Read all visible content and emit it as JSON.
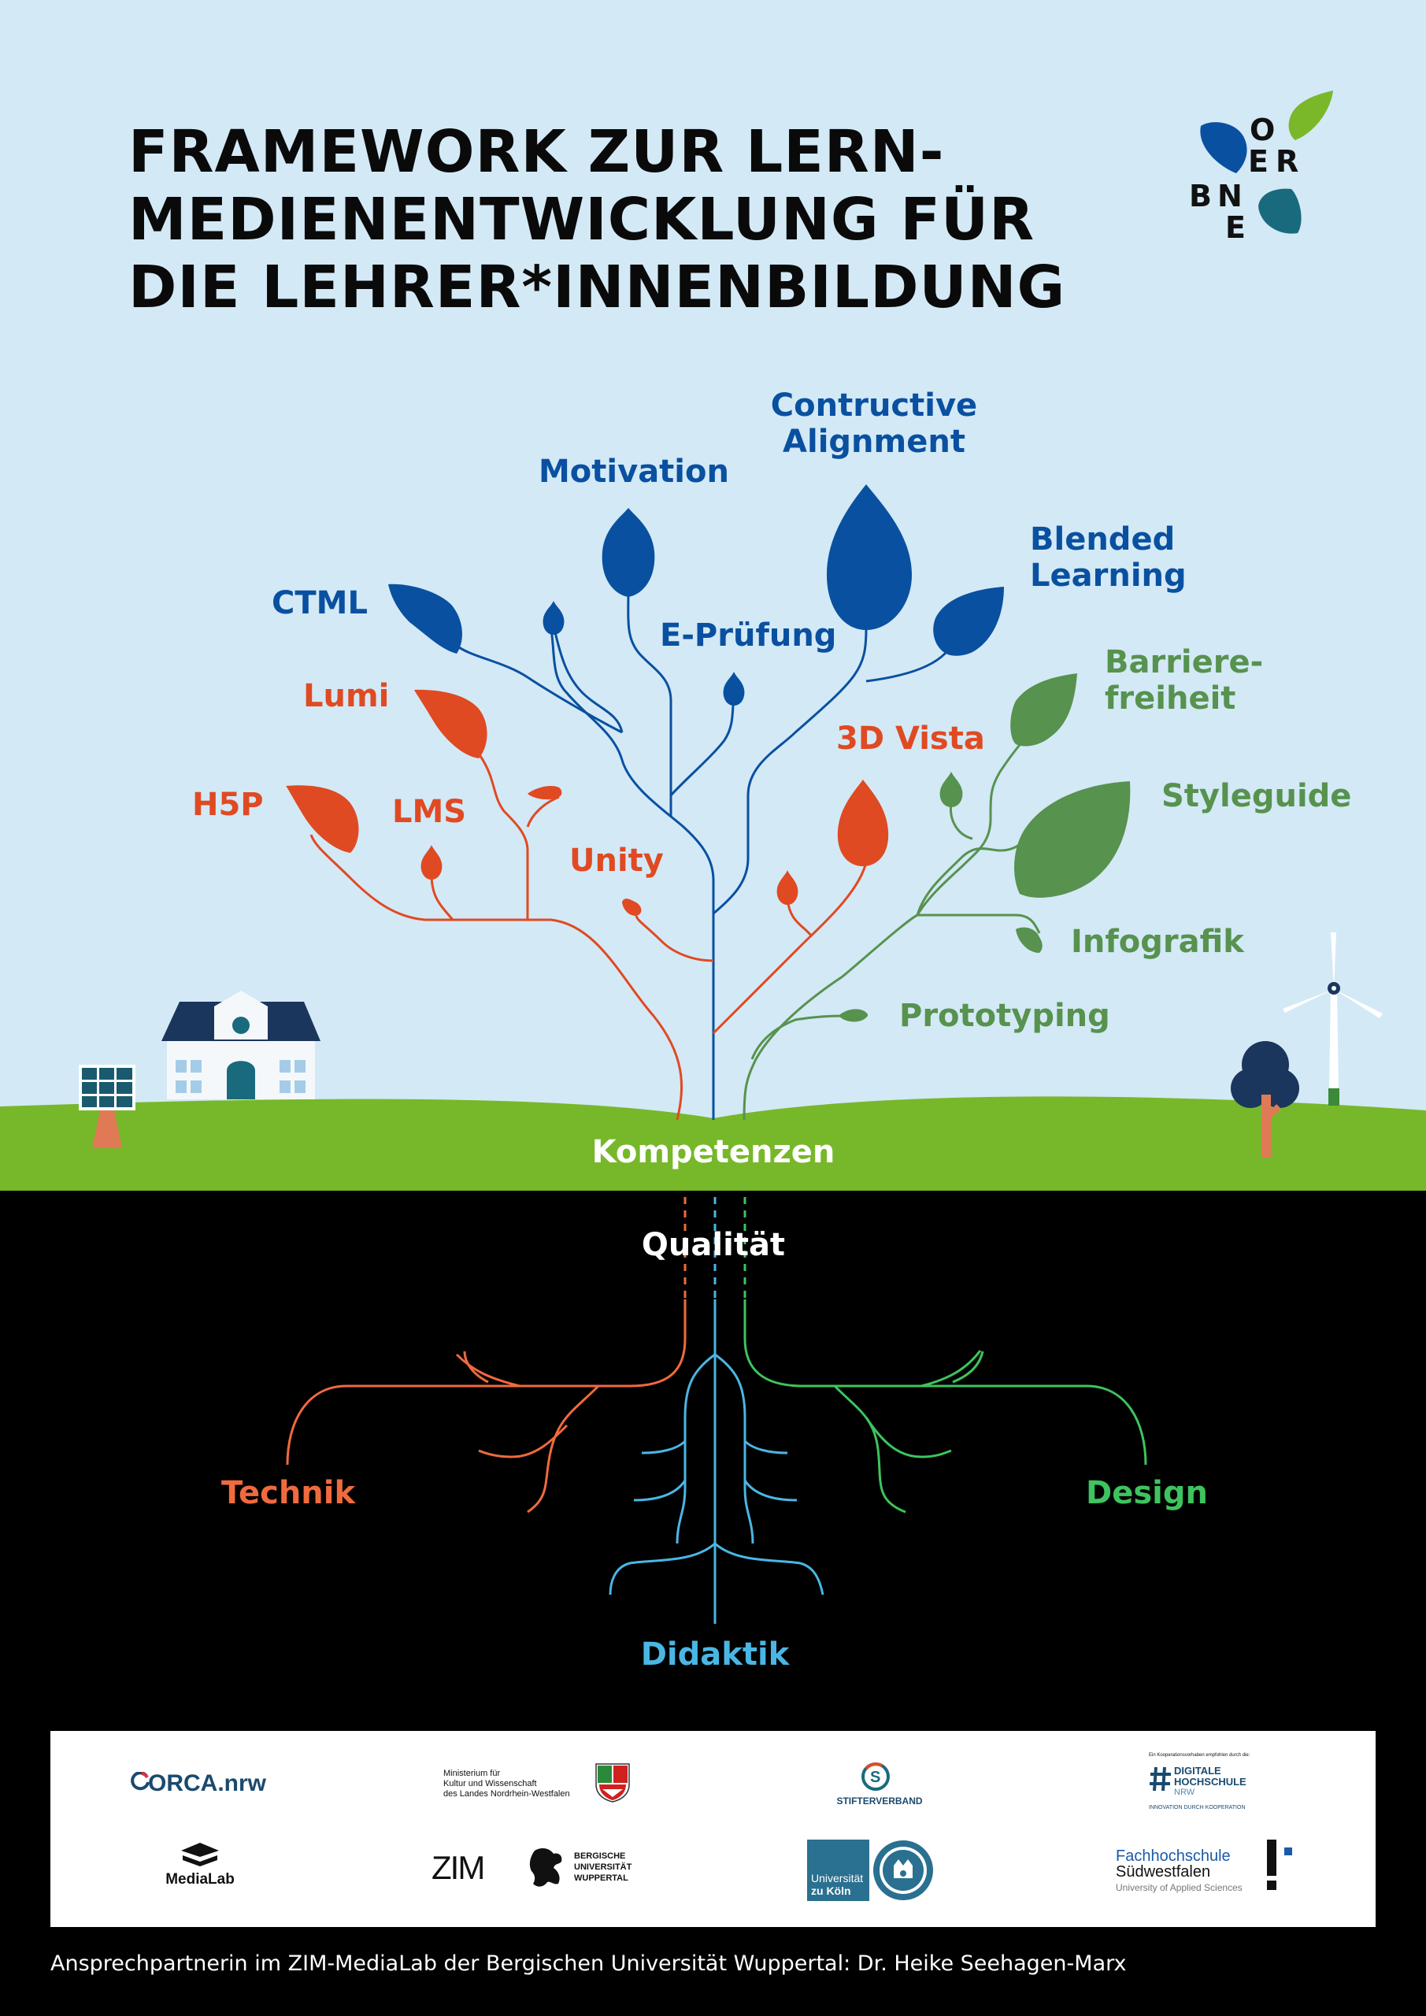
{
  "title": {
    "line1": "FRAMEWORK ZUR LERN-",
    "line2": "MEDIENENTWICKLUNG FÜR",
    "line3": "DIE LEHRER*INNENBILDUNG"
  },
  "logo_mark": {
    "o": "O",
    "e": "E",
    "r": "R",
    "b": "B",
    "n": "N",
    "e2": "E"
  },
  "leaves": {
    "motivation": "Motivation",
    "constructive_line1": "Contructive",
    "constructive_line2": "Alignment",
    "blended_line1": "Blended",
    "blended_line2": "Learning",
    "ctml": "CTML",
    "epruefung": "E-Prüfung",
    "lumi": "Lumi",
    "barriere_line1": "Barriere-",
    "barriere_line2": "freiheit",
    "vista": "3D Vista",
    "h5p": "H5P",
    "lms": "LMS",
    "styleguide": "Styleguide",
    "unity": "Unity",
    "infografik": "Infografik",
    "prototyping": "Prototyping"
  },
  "ground": {
    "kompetenzen": "Kompetenzen"
  },
  "roots": {
    "qualitaet": "Qualität",
    "technik": "Technik",
    "design": "Design",
    "didaktik": "Didaktik"
  },
  "colors": {
    "blue": "#0a50a0",
    "red": "#e04a22",
    "green": "#57924e",
    "root_red": "#f06a3e",
    "root_green": "#3dc45e",
    "root_blue": "#4ab6e4",
    "grass": "#77b82a",
    "sky": "#d3e9f6"
  },
  "logos": {
    "orca": "ORCA.nrw",
    "ministry_line1": "Ministerium für",
    "ministry_line2": "Kultur und Wissenschaft",
    "ministry_line3": "des Landes Nordrhein-Westfalen",
    "stifterverband": "STIFTERVERBAND",
    "dh_top": "Ein Kooperationsvorhaben empfohlen durch die:",
    "dh_line1": "DIGITALE",
    "dh_line2": "HOCHSCHULE",
    "dh_line3": "NRW",
    "dh_bottom": "INNOVATION DURCH KOOPERATION",
    "medialab": "MediaLab",
    "zim": "ZIM",
    "buw_line1": "BERGISCHE",
    "buw_line2": "UNIVERSITÄT",
    "buw_line3": "WUPPERTAL",
    "koeln_line1": "Universität",
    "koeln_line2": "zu Köln",
    "fh_line1": "Fachhochschule",
    "fh_line2": "Südwestfalen",
    "fh_line3": "University of Applied Sciences"
  },
  "footer": "Ansprechpartnerin im ZIM-MediaLab der Bergischen Universität Wuppertal: Dr. Heike Seehagen-Marx"
}
